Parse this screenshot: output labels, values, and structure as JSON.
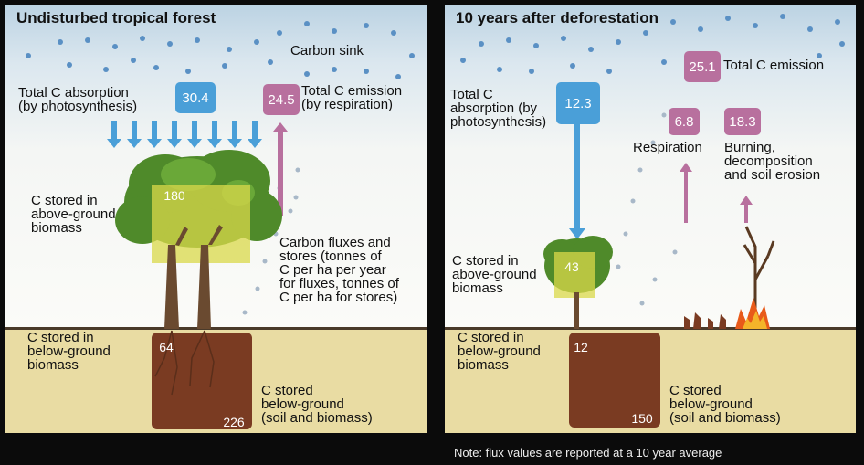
{
  "left": {
    "title": "Undisturbed tropical forest",
    "carbon_sink": "Carbon sink",
    "absorption_label": "Total C absorption\n(by photosynthesis)",
    "absorption_value": "30.4",
    "emission_label": "Total C emission\n(by respiration)",
    "emission_value": "24.5",
    "above_label": "C stored in\nabove-ground\nbiomass",
    "above_value": "180",
    "below_bio_label": "C stored in\nbelow-ground\nbiomass",
    "below_bio_value": "64",
    "below_total_label": "C stored\nbelow-ground\n(soil and biomass)",
    "below_total_value": "226",
    "legend": "Carbon fluxes and\nstores (tonnes of\nC per ha per year\nfor fluxes, tonnes of\nC per ha for stores)"
  },
  "right": {
    "title": "10 years after deforestation",
    "emission_value": "25.1",
    "emission_label": "Total C emission",
    "absorption_label": "Total C\nabsorption (by\nphotosynthesis)",
    "absorption_value": "12.3",
    "respiration_value": "6.8",
    "respiration_label": "Respiration",
    "burning_value": "18.3",
    "burning_label": "Burning,\ndecomposition\nand soil erosion",
    "above_label": "C stored in\nabove-ground\nbiomass",
    "above_value": "43",
    "below_bio_label": "C stored in\nbelow-ground\nbiomass",
    "below_bio_value": "12",
    "below_total_label": "C stored\nbelow-ground\n(soil and biomass)",
    "below_total_value": "150"
  },
  "note": "Note: flux values are reported at a 10 year average",
  "colors": {
    "absorption": "#4a9fd8",
    "emission": "#b8709e",
    "soil": "#e9dca3",
    "store": "#7a3b22"
  }
}
